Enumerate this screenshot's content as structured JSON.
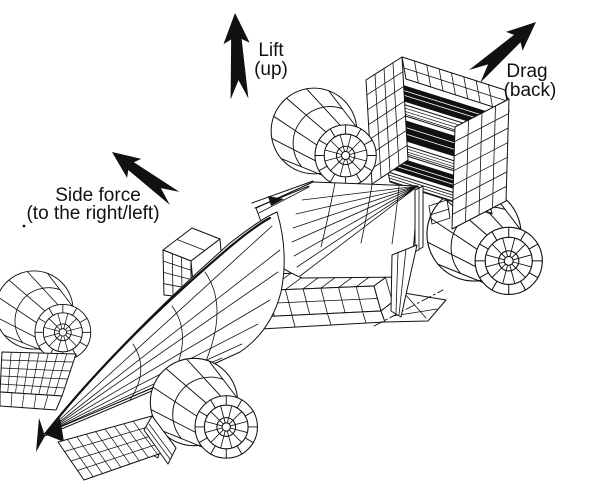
{
  "figure": {
    "subject": "wireframe race car with aerodynamic force arrows",
    "background": "#ffffff",
    "ink": "#111111",
    "labels": {
      "lift_line1": "Lift",
      "lift_line2": "(up)",
      "drag_line1": "Drag",
      "drag_line2": "(back)",
      "side_line1": "Side force",
      "side_line2": "(to the right/left)"
    },
    "arrows": {
      "lift": "up",
      "drag": "up-right",
      "side_force": "up-left"
    }
  }
}
